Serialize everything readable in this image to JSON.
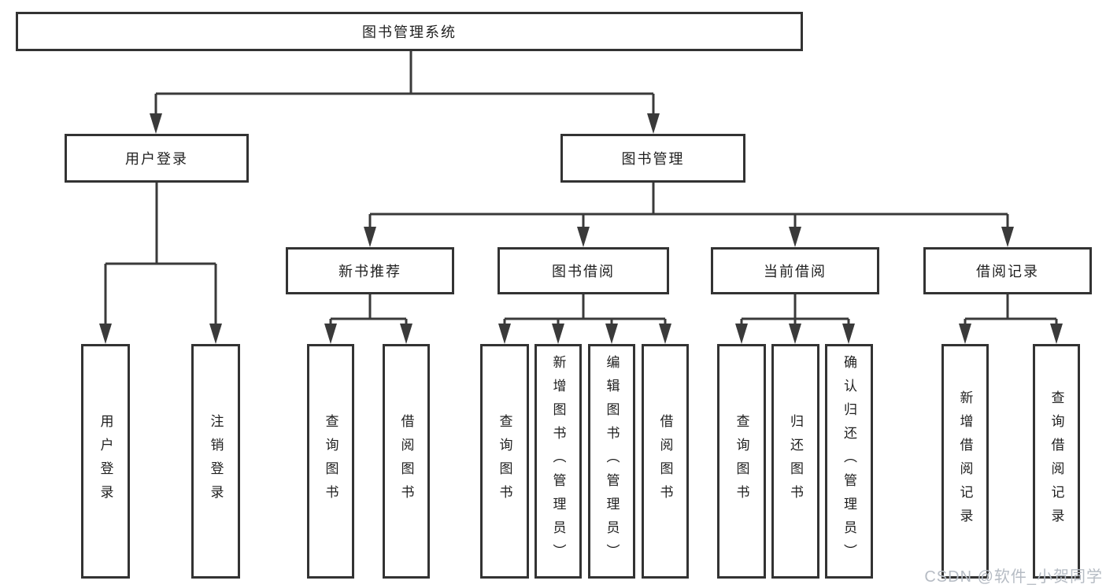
{
  "colors": {
    "line": "#3a3a3a",
    "box_border": "#333333",
    "text": "#1f1f1f",
    "background": "#ffffff",
    "watermark": "#b6bcc4"
  },
  "tree": {
    "root": "图书管理系统",
    "children": [
      {
        "label": "用户登录",
        "children": [
          "用户登录",
          "注销登录"
        ]
      },
      {
        "label": "图书管理",
        "children": [
          {
            "label": "新书推荐",
            "children": [
              "查询图书",
              "借阅图书"
            ]
          },
          {
            "label": "图书借阅",
            "children": [
              "查询图书",
              "新增图书（管理员）",
              "编辑图书（管理员）",
              "借阅图书"
            ]
          },
          {
            "label": "当前借阅",
            "children": [
              "查询图书",
              "归还图书",
              "确认归还（管理员）"
            ]
          },
          {
            "label": "借阅记录",
            "children": [
              "新增借阅记录",
              "查询借阅记录"
            ]
          }
        ]
      }
    ]
  },
  "watermark": {
    "text": "CSDN @软件_小贺同学"
  }
}
